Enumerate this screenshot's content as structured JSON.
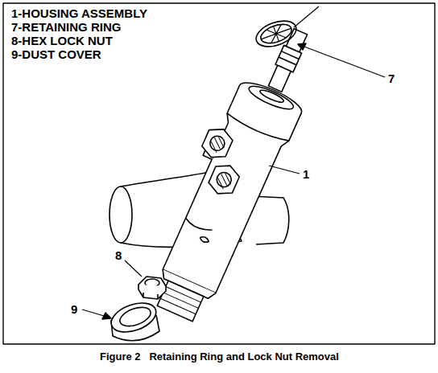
{
  "diagram": {
    "caption": "Figure 2   Retaining Ring and Lock Nut Removal",
    "labels": [
      "1-HOUSING ASSEMBLY",
      "7-RETAINING RING",
      "8-HEX LOCK NUT",
      "9-DUST COVER",
      "7",
      "1",
      "8",
      "9"
    ]
  }
}
